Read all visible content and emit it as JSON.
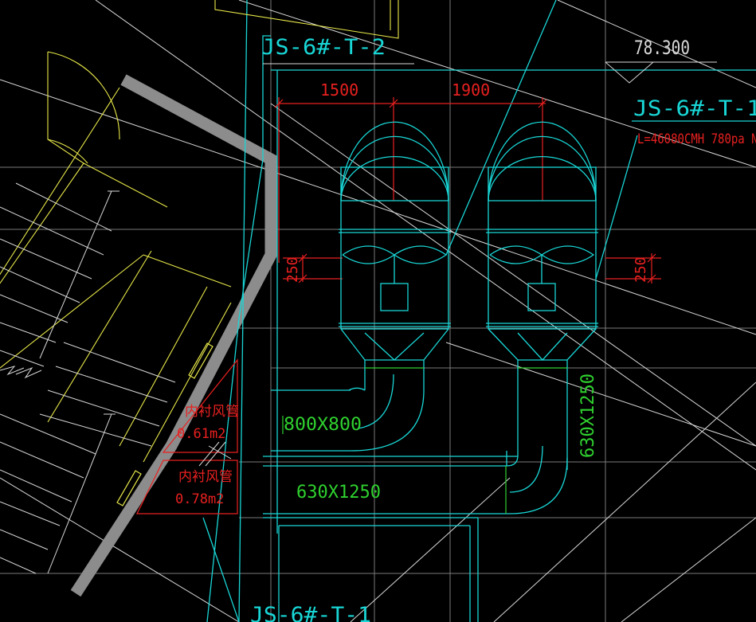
{
  "labels": {
    "tag_top": "JS-6#-T-2",
    "tag_right": "JS-6#-T-1",
    "tag_bottom": "JS-6#-T-1",
    "elevation": "78.300",
    "spec_right": "L=46080CMH 780pa N=",
    "dim_1500": "1500",
    "dim_1900": "1900",
    "dim_250_left": "250",
    "dim_250_right": "250",
    "duct_800": "800X800",
    "duct_630_h": "630X1250",
    "duct_630_v": "630X1250",
    "lined_duct_1": "内衬风管",
    "area_1": "0.61m2",
    "lined_duct_2": "内衬风管",
    "area_2": "0.78m2"
  },
  "colors": {
    "background": "#000000",
    "cyan": "#19d6d6",
    "yellow": "#e8e84a",
    "red": "#e82020",
    "green": "#2fd12f",
    "wall": "#8c8c8c",
    "white": "#d9d9d9"
  }
}
